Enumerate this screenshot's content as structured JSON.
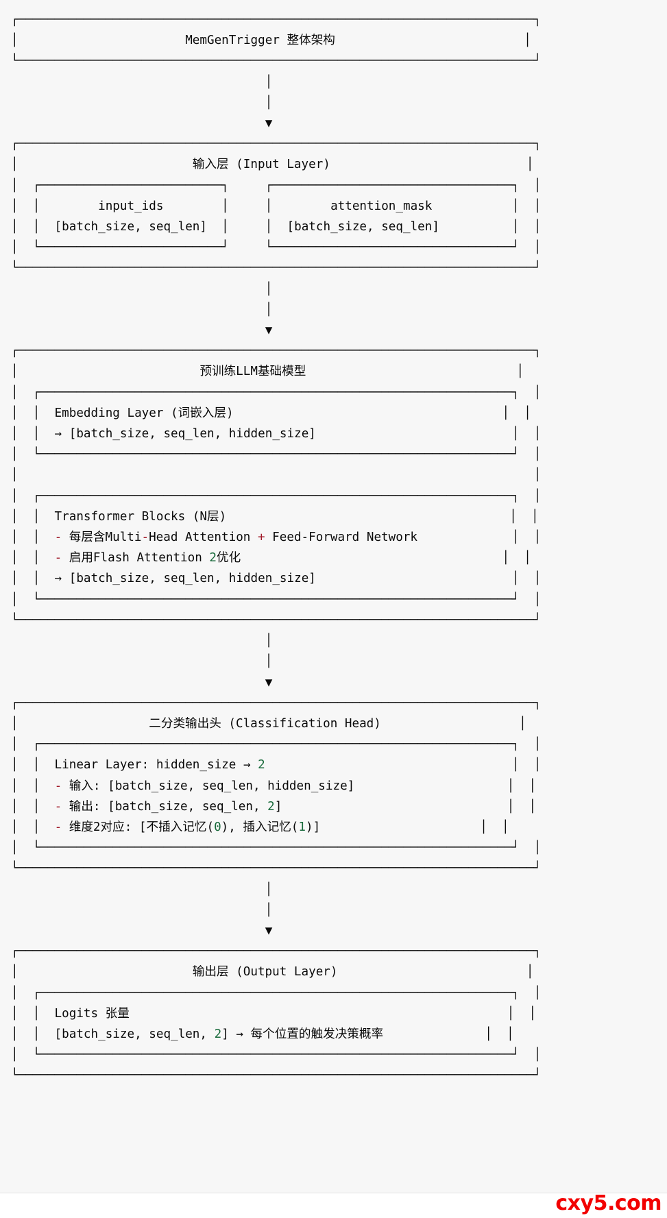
{
  "theme": {
    "background": "#f7f7f7",
    "text": "#0a0a0a",
    "accent_red": "#a01b2a",
    "accent_green": "#186a3b",
    "watermark_red": "#f20000"
  },
  "diagram": {
    "type": "ascii-art-architecture",
    "title": "MemGenTrigger 整体架构",
    "blocks": [
      {
        "id": "root",
        "title": "MemGenTrigger 整体架构"
      },
      {
        "id": "input-layer",
        "title": "输入层 (Input Layer)",
        "children": [
          {
            "id": "input-ids",
            "lines": [
              "input_ids",
              "[batch_size, seq_len]"
            ]
          },
          {
            "id": "attention-mask",
            "lines": [
              "attention_mask",
              "[batch_size, seq_len]"
            ]
          }
        ]
      },
      {
        "id": "pretrained-llm",
        "title": "预训练LLM基础模型",
        "children": [
          {
            "id": "embedding-layer",
            "lines": [
              "Embedding Layer (词嵌入层)",
              "→ [batch_size, seq_len, hidden_size]"
            ]
          },
          {
            "id": "transformer-blocks",
            "lines": [
              "Transformer Blocks (N层)",
              "- 每层含Multi-Head Attention + Feed-Forward Network",
              "- 启用Flash Attention 2优化",
              "→ [batch_size, seq_len, hidden_size]"
            ]
          }
        ]
      },
      {
        "id": "classification-head",
        "title": "二分类输出头 (Classification Head)",
        "children": [
          {
            "id": "linear-layer",
            "lines": [
              "Linear Layer: hidden_size → 2",
              "- 输入: [batch_size, seq_len, hidden_size]",
              "- 输出: [batch_size, seq_len, 2]",
              "- 维度2对应: [不插入记忆(0), 插入记忆(1)]"
            ]
          }
        ]
      },
      {
        "id": "output-layer",
        "title": "输出层 (Output Layer)",
        "children": [
          {
            "id": "logits-tensor",
            "lines": [
              "Logits 张量",
              "[batch_size, seq_len, 2] → 每个位置的触发决策概率"
            ]
          }
        ]
      }
    ],
    "connectors": [
      "│",
      "│",
      "▼"
    ]
  },
  "watermark": {
    "text": "cxy5.com"
  },
  "lines": {
    "l01": "┌───────────────────────────────────────────────────────────────────────┐",
    "l02": "│                       MemGenTrigger 整体架构                          │",
    "l03": "└───────────────────────────────────────────────────────────────────────┘",
    "l04": "                                   │",
    "l05": "                                   │",
    "l06": "                                   ▼",
    "l07": "┌───────────────────────────────────────────────────────────────────────┐",
    "l08": "│                        输入层 (Input Layer)                           │",
    "l09": "│  ┌─────────────────────────┐     ┌─────────────────────────────────┐  │",
    "l10": "│  │        input_ids        │     │        attention_mask         │  │",
    "l11": "│  │  [batch_size, seq_len]  │     │  [batch_size, seq_len]        │  │",
    "l12": "│  └─────────────────────────┘     └─────────────────────────────────┘  │",
    "l13": "└───────────────────────────────────────────────────────────────────────┘",
    "l14": "                                   │",
    "l15": "                                   │",
    "l16": "                                   ▼",
    "l17": "┌───────────────────────────────────────────────────────────────────────┐",
    "l18": "│                         预训练LLM基础模型                             │",
    "l19": "│  ┌─────────────────────────────────────────────────────────────────┐  │",
    "l20": "│  │  Embedding Layer (词嵌入层)                                     │  │",
    "l21": "│  │  → [batch_size, seq_len, hidden_size]                           │  │",
    "l22": "│  └─────────────────────────────────────────────────────────────────┘  │",
    "l23": "│                                                                       │",
    "l24": "│  ┌─────────────────────────────────────────────────────────────────┐  │",
    "l25": "│  │  Transformer Blocks (N层)                                       │  │",
    "l26": "│  │  - 每层含Multi-Head Attention + Feed-Forward Network             │  │",
    "l27": "│  │  - 启用Flash Attention 2优化                                    │  │",
    "l28": "│  │  → [batch_size, seq_len, hidden_size]                           │  │",
    "l29": "│  └─────────────────────────────────────────────────────────────────┘  │",
    "l30": "└───────────────────────────────────────────────────────────────────────┘",
    "l31": "                                   │",
    "l32": "                                   │",
    "l33": "                                   ▼",
    "l34": "┌───────────────────────────────────────────────────────────────────────┐",
    "l35": "│                  二分类输出头 (Classification Head)                   │",
    "l36": "│  ┌─────────────────────────────────────────────────────────────────┐  │",
    "l37": "│  │  Linear Layer: hidden_size → 2                                  │  │",
    "l38": "│  │  - 输入: [batch_size, seq_len, hidden_size]                     │  │",
    "l39": "│  │  - 输出: [batch_size, seq_len, 2]                               │  │",
    "l40": "│  │  - 维度2对应: [不插入记忆(0), 插入记忆(1)]                       │  │",
    "l41": "│  └─────────────────────────────────────────────────────────────────┘  │",
    "l42": "└───────────────────────────────────────────────────────────────────────┘",
    "l43": "                                   │",
    "l44": "                                   │",
    "l45": "                                   ▼",
    "l46": "┌───────────────────────────────────────────────────────────────────────┐",
    "l47": "│                        输出层 (Output Layer)                          │",
    "l48": "│  ┌─────────────────────────────────────────────────────────────────┐  │",
    "l49": "│  │  Logits 张量                                                    │  │",
    "l50": "│  │  [batch_size, seq_len, 2] → 每个位置的触发决策概率              │  │",
    "l51": "│  └─────────────────────────────────────────────────────────────────┘  │",
    "l52": "└───────────────────────────────────────────────────────────────────────┘"
  }
}
